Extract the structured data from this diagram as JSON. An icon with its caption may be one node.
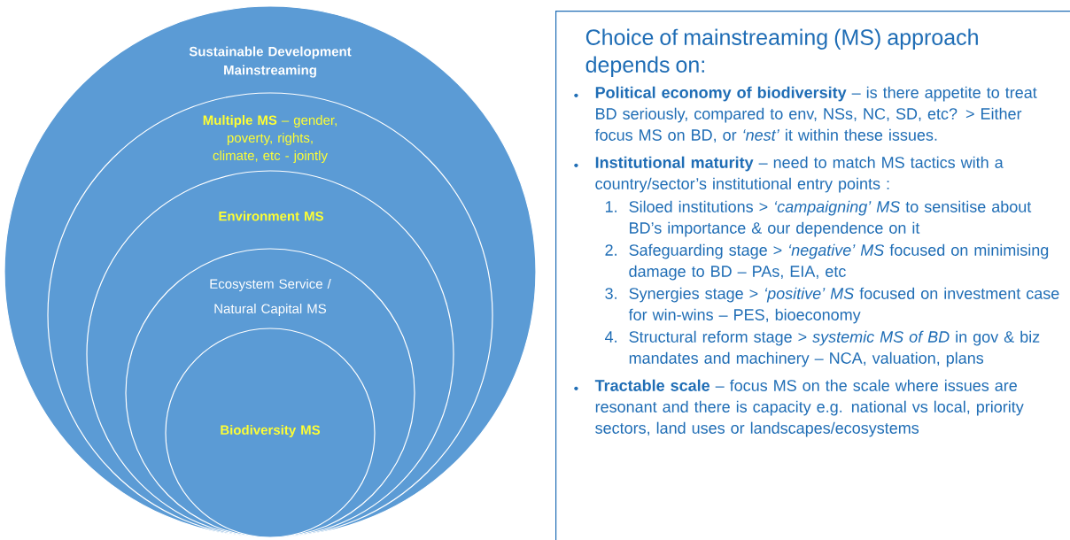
{
  "diagram": {
    "nodes": [
      {
        "text": [
          "Sustainable Development Mainstreaming"
        ]
      },
      {
        "text": [
          "**Multiple MS** – gender, poverty, rights, climate, etc - jointly"
        ],
        "in": 0
      },
      {
        "text": [
          "Environment MS"
        ],
        "in": 1
      },
      {
        "text": [
          "Ecosystem Service / Natural Capital MS"
        ],
        "in": 2
      },
      {
        "text": [
          "Biodiversity MS"
        ],
        "in": 3
      },
      {
        "text": [
          "Choice of mainstreaming (MS) approach depends on:",
          "**Political economy of biodiversity** – is there appetite to treat BD seriously, compared to env, NSs, NC, SD, etc? > Either focus MS on BD, or *‘nest’* it within these issues.",
          "**Institutional maturity** – need to match MS tactics with a country/sector’s institutional entry points :",
          "Siloed institutions > *‘campaigning’ MS* to sensitise about BD’s importance & our dependence on it",
          "Safeguarding stage > *‘negative’ MS* focused on minimising damage to BD – PAs, EIA, etc",
          "Synergies stage > *‘positive’ MS* focused on investment case for win-wins – PES, bioeconomy",
          "Structural reform stage > *systemic MS of BD* in gov & biz mandates and machinery – NCA, valuation, plans",
          "**Tractable scale** – focus MS on the scale where issues are resonant and there is capacity e.g. national vs local, priority sectors, land uses or landscapes/ecosystems"
        ]
      }
    ],
    "labels": [
      "1.",
      "2.",
      "3.",
      "4."
    ]
  }
}
